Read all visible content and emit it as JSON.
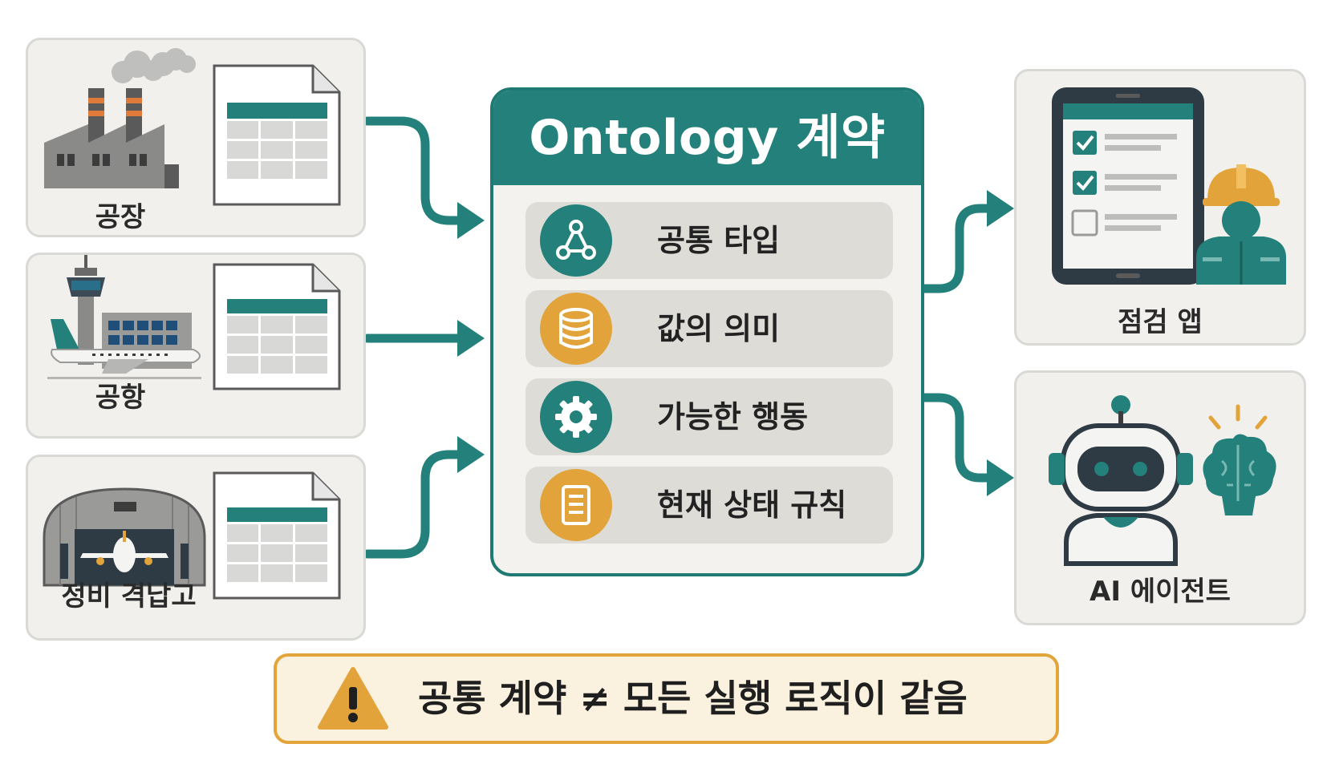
{
  "sources": [
    {
      "label": "공장"
    },
    {
      "label": "공항"
    },
    {
      "label": "정비 격납고"
    }
  ],
  "ontology": {
    "title": "Ontology 계약",
    "items": [
      {
        "label": "공통 타입",
        "icon": "graph-nodes-icon"
      },
      {
        "label": "값의 의미",
        "icon": "database-icon"
      },
      {
        "label": "가능한 행동",
        "icon": "gear-icon"
      },
      {
        "label": "현재 상태 규칙",
        "icon": "document-icon"
      }
    ]
  },
  "consumers": [
    {
      "label": "점검 앱"
    },
    {
      "label": "AI 에이전트"
    }
  ],
  "warning": {
    "text": "공통 계약 ≠ 모든 실행 로직이 같음",
    "icon": "warning-icon"
  },
  "colors": {
    "teal": "#23807a",
    "orange": "#e2a33a",
    "card_bg": "#f1f0ec",
    "warning_bg": "#fbf1df"
  }
}
